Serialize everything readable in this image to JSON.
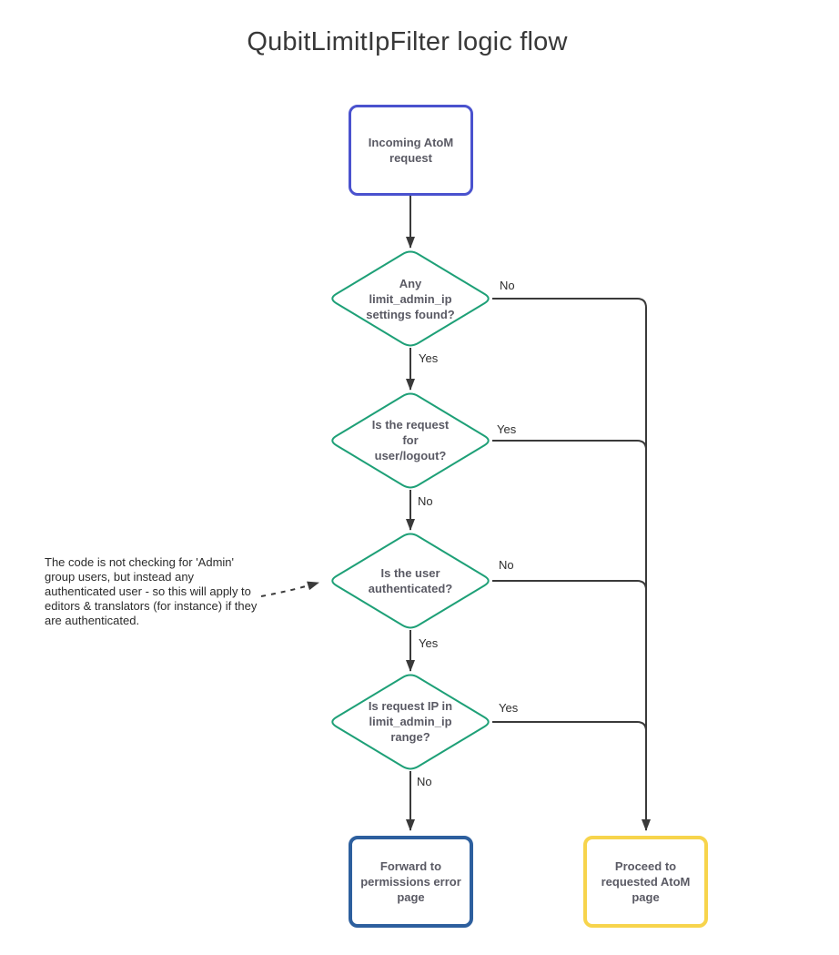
{
  "title": "QubitLimitIpFilter logic flow",
  "colors": {
    "start_border": "#4a52ce",
    "decision_border": "#1ea077",
    "error_border": "#2d5f9e",
    "success_border": "#f7d44c",
    "connector": "#3a3a3a",
    "node_text": "#5a5a64"
  },
  "nodes": {
    "start": {
      "label": "Incoming AtoM\nrequest"
    },
    "decision_settings": {
      "label": "Any\nlimit_admin_ip\nsettings found?"
    },
    "decision_logout": {
      "label": "Is the request\nfor\nuser/logout?"
    },
    "decision_auth": {
      "label": "Is the user\nauthenticated?"
    },
    "decision_ip_range": {
      "label": "Is request IP in\nlimit_admin_ip\nrange?"
    },
    "error_page": {
      "label": "Forward to\npermissions error\npage"
    },
    "proceed_page": {
      "label": "Proceed to\nrequested AtoM\npage"
    }
  },
  "edge_labels": {
    "settings_no": "No",
    "settings_yes": "Yes",
    "logout_yes": "Yes",
    "logout_no": "No",
    "auth_no": "No",
    "auth_yes": "Yes",
    "ip_yes": "Yes",
    "ip_no": "No"
  },
  "annotation": {
    "text": "The code is not checking for 'Admin'\ngroup users, but instead any\nauthenticated user - so this will apply to\neditors & translators (for instance) if they\nare authenticated."
  }
}
